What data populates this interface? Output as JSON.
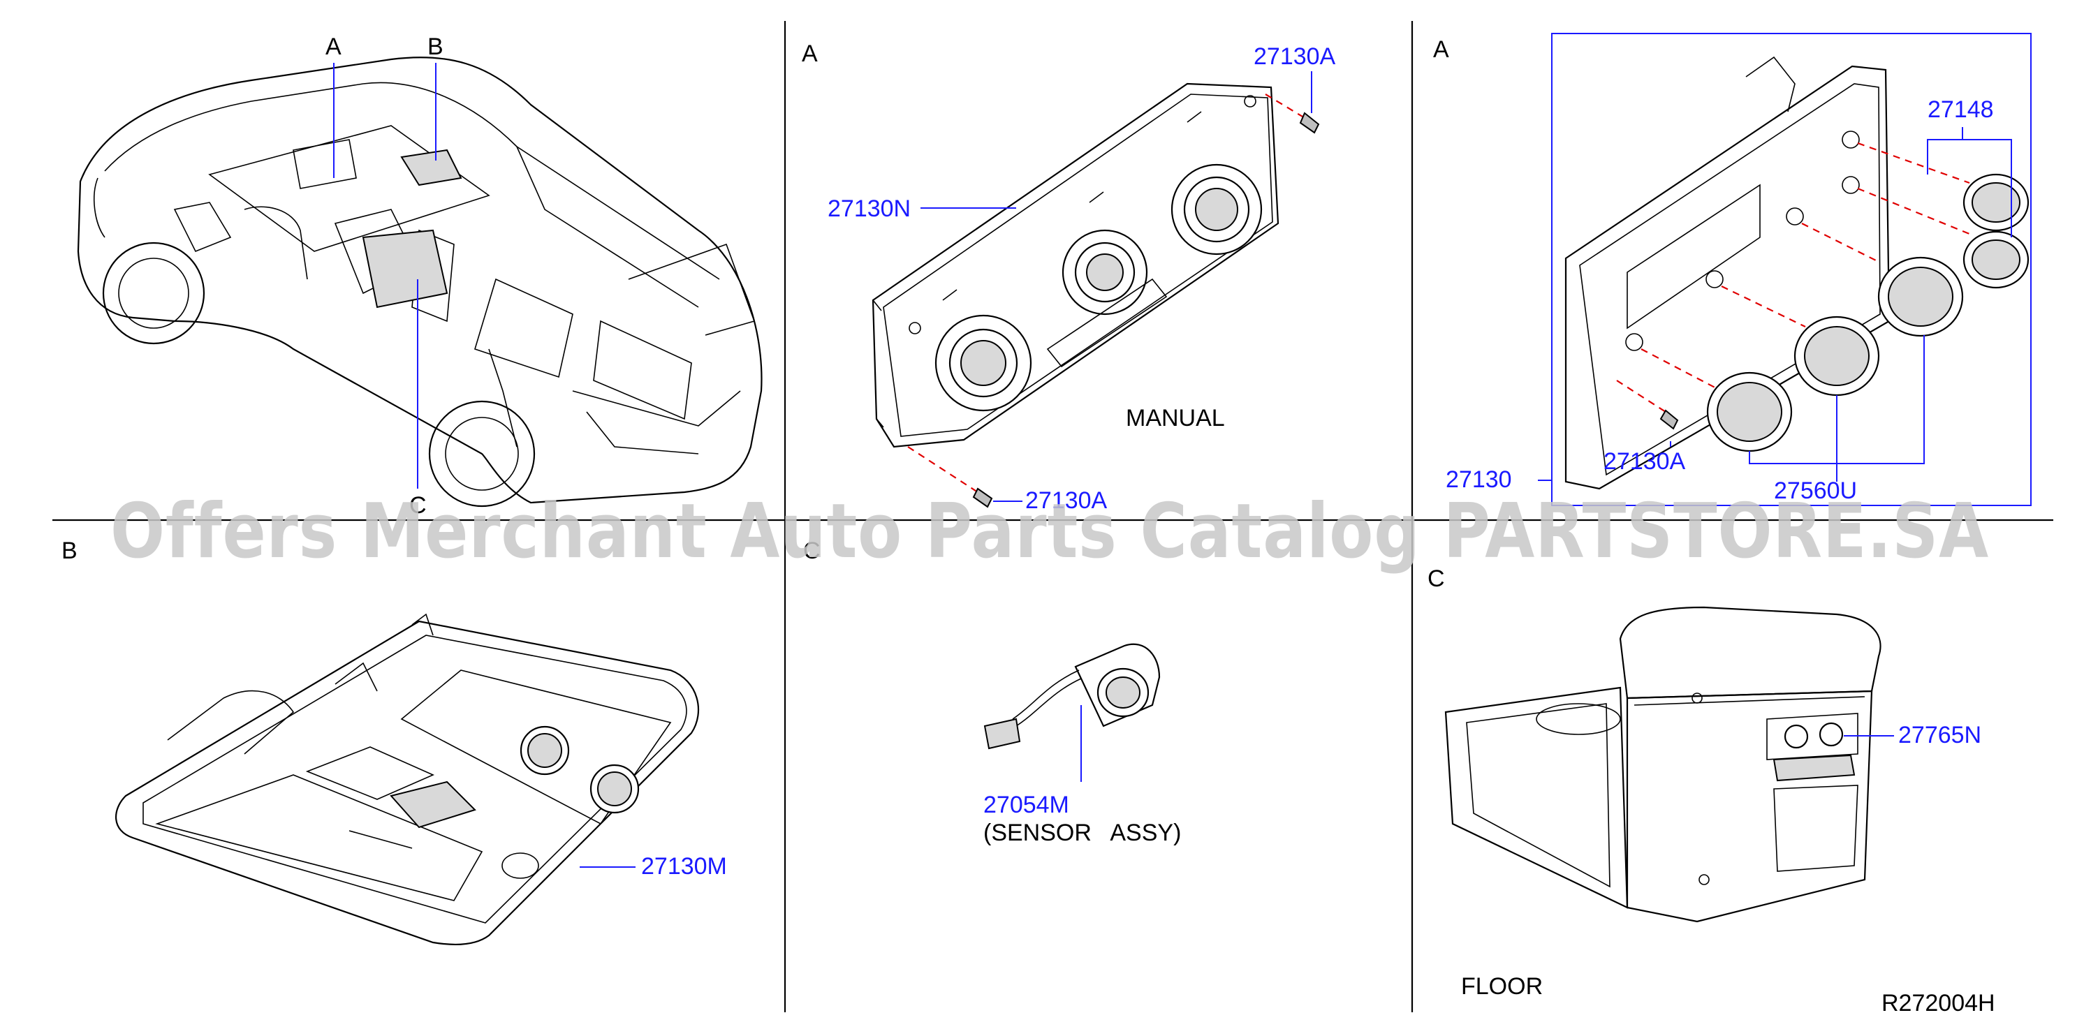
{
  "panels": {
    "top_left": {
      "labels": [
        "A",
        "B",
        "C"
      ]
    },
    "top_mid": {
      "label": "A",
      "parts": [
        "27130A",
        "27130N",
        "27130A"
      ],
      "caption": "MANUAL"
    },
    "top_right": {
      "label": "A",
      "parts": [
        "27148",
        "27130A",
        "27130",
        "27560U"
      ]
    },
    "bottom_left": {
      "label": "B",
      "parts": [
        "27130M"
      ]
    },
    "bottom_mid": {
      "label": "C",
      "parts": [
        "27054M"
      ],
      "caption": "(SENSOR   ASSY)"
    },
    "bottom_right": {
      "label": "C",
      "parts": [
        "27765N"
      ],
      "caption": "FLOOR"
    }
  },
  "diagram_code": "R272004H",
  "watermark": "Offers Merchant Auto Parts Catalog PARTSTORE.SA",
  "colors": {
    "part_number": "#1a1aff",
    "dashed_leader": "#e00000",
    "watermark": "#c8c8c8"
  }
}
